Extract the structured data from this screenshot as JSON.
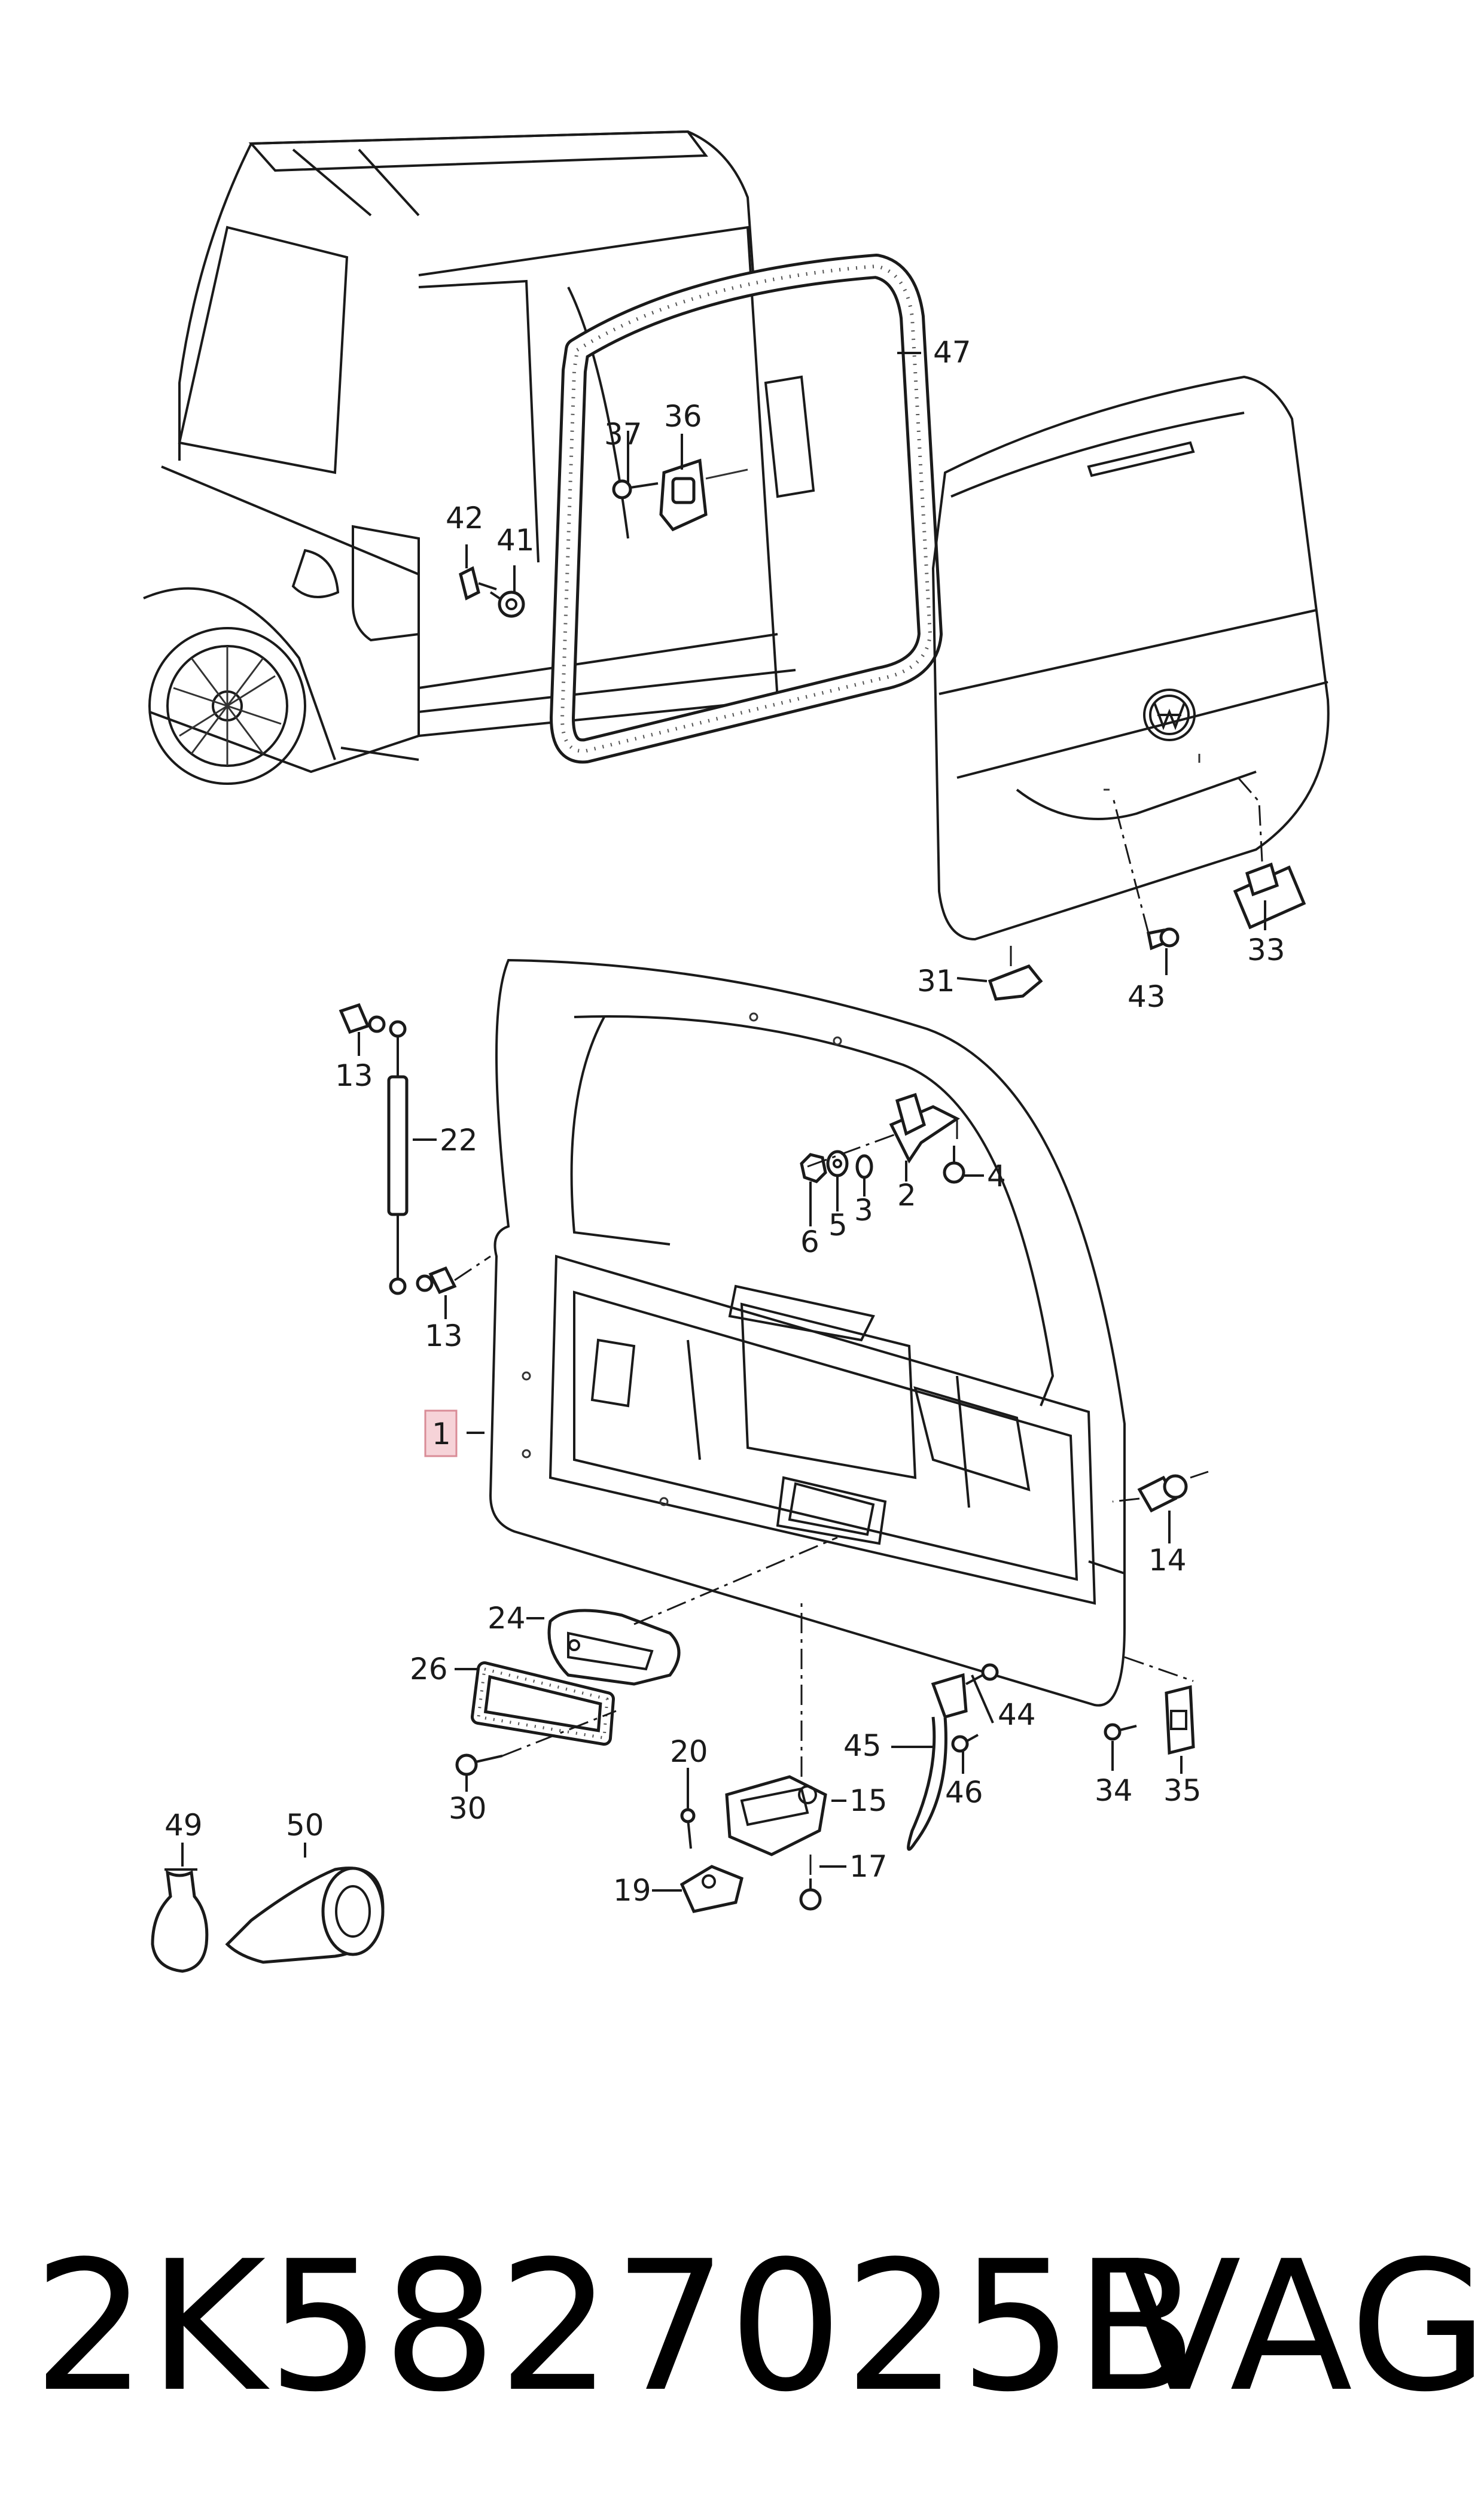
{
  "callouts": [
    {
      "id": "1",
      "text": "1",
      "highlighted": true
    },
    {
      "id": "2",
      "text": "2"
    },
    {
      "id": "3",
      "text": "3"
    },
    {
      "id": "4",
      "text": "4"
    },
    {
      "id": "5",
      "text": "5"
    },
    {
      "id": "6",
      "text": "6"
    },
    {
      "id": "13a",
      "text": "13"
    },
    {
      "id": "13b",
      "text": "13"
    },
    {
      "id": "14",
      "text": "14"
    },
    {
      "id": "15",
      "text": "15"
    },
    {
      "id": "17",
      "text": "17"
    },
    {
      "id": "19",
      "text": "19"
    },
    {
      "id": "20",
      "text": "20"
    },
    {
      "id": "22",
      "text": "22"
    },
    {
      "id": "24",
      "text": "24"
    },
    {
      "id": "26",
      "text": "26"
    },
    {
      "id": "30",
      "text": "30"
    },
    {
      "id": "31",
      "text": "31"
    },
    {
      "id": "33",
      "text": "33"
    },
    {
      "id": "34",
      "text": "34"
    },
    {
      "id": "35",
      "text": "35"
    },
    {
      "id": "36",
      "text": "36"
    },
    {
      "id": "37",
      "text": "37"
    },
    {
      "id": "41",
      "text": "41"
    },
    {
      "id": "42",
      "text": "42"
    },
    {
      "id": "43",
      "text": "43"
    },
    {
      "id": "44",
      "text": "44"
    },
    {
      "id": "45",
      "text": "45"
    },
    {
      "id": "46",
      "text": "46"
    },
    {
      "id": "47",
      "text": "47"
    },
    {
      "id": "49",
      "text": "49"
    },
    {
      "id": "50",
      "text": "50"
    }
  ],
  "footer": {
    "part_number": "2K5827025B",
    "brand": "VAG"
  },
  "colors": {
    "line": "#1a1a1a",
    "highlight_fill": "#f6d3d8",
    "highlight_stroke": "#d98c97",
    "background": "#ffffff"
  }
}
